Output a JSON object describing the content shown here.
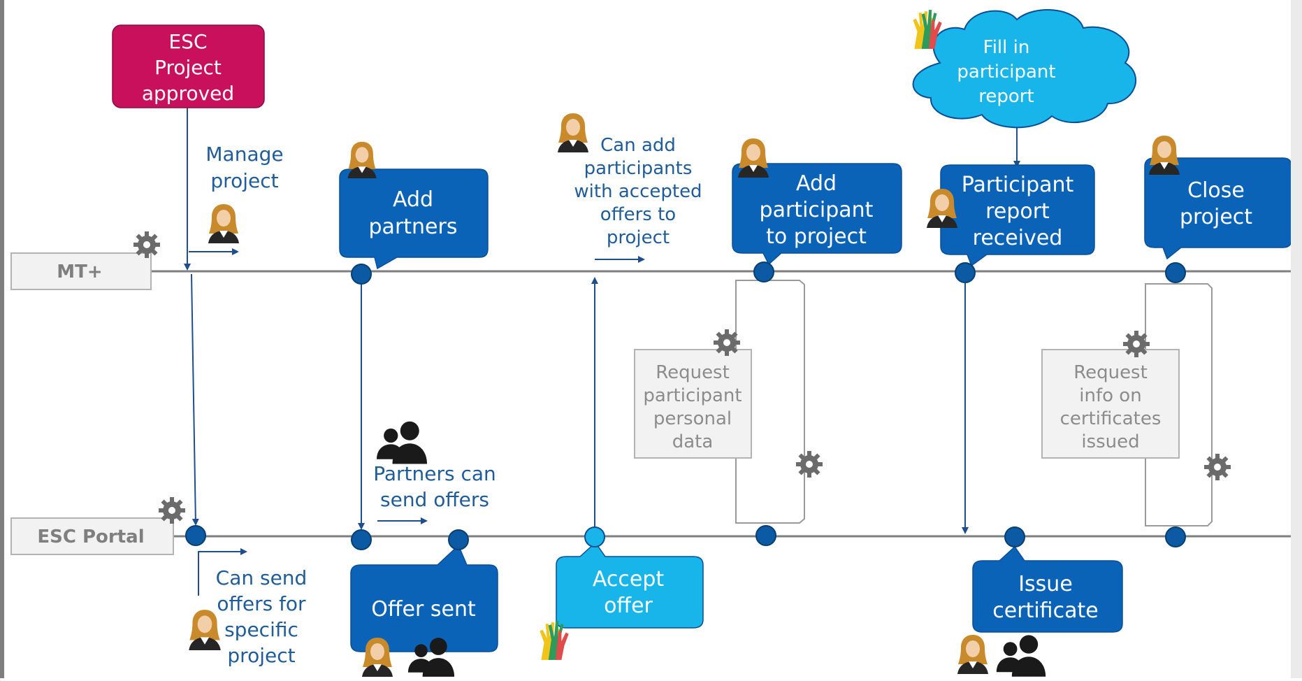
{
  "lanes": {
    "mt": "MT+",
    "portal": "ESC Portal"
  },
  "steps": {
    "approved": [
      "ESC",
      "Project",
      "approved"
    ],
    "manage": [
      "Manage",
      "project"
    ],
    "add_partners": [
      "Add",
      "partners"
    ],
    "can_add": [
      "Can add",
      "participants",
      "with accepted",
      "offers to",
      "project"
    ],
    "add_participant": [
      "Add",
      "participant",
      "to project"
    ],
    "fill_report": [
      "Fill  in",
      "participant",
      "report"
    ],
    "report_received": [
      "Participant",
      "report",
      "received"
    ],
    "close_project": [
      "Close",
      "project"
    ],
    "request_personal": [
      "Request",
      "participant",
      "personal",
      "data"
    ],
    "request_certificates": [
      "Request",
      "info on",
      "certificates",
      "issued"
    ],
    "partners_can": [
      "Partners can",
      "send offers"
    ],
    "can_send": [
      "Can send",
      "offers for",
      "specific",
      "project"
    ],
    "offer_sent": [
      "Offer sent"
    ],
    "accept_offer": [
      "Accept",
      "offer"
    ],
    "issue_certificate": [
      "Issue",
      "certificate"
    ]
  },
  "colors": {
    "pink": "#c8105d",
    "dark_blue": "#0b63b8",
    "light_blue": "#17b5ea",
    "node": "#0b5aa3",
    "line": "#7f7f7f",
    "text_blue": "#1f5c99"
  }
}
